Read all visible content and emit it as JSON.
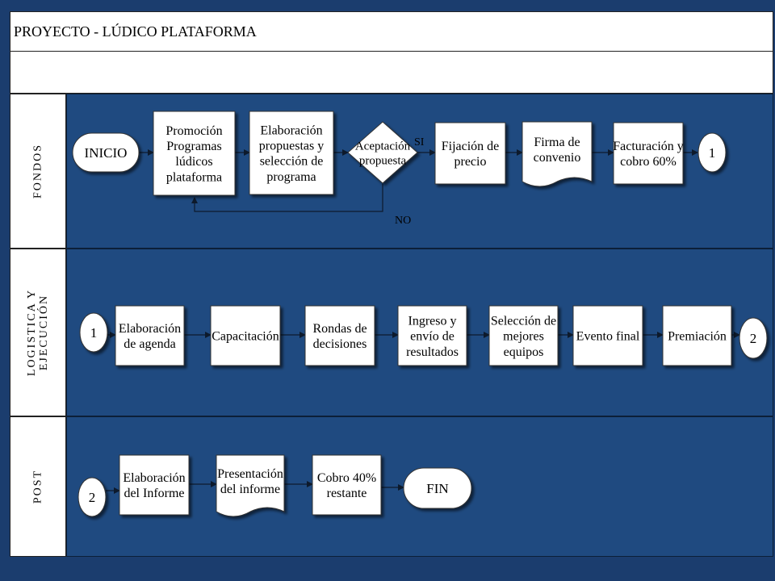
{
  "header": {
    "title": "PROYECTO -  LÚDICO PLATAFORMA"
  },
  "lanes": [
    {
      "label": "FONDOS"
    },
    {
      "label_line1": "LOGISTICA Y",
      "label_line2": "EJECUCIÓN"
    },
    {
      "label": "POST"
    }
  ],
  "fondos": {
    "inicio": "INICIO",
    "promocion": [
      "Promoción",
      "Programas",
      "lúdicos",
      "plataforma"
    ],
    "elaboracion": [
      "Elaboración",
      "propuestas y",
      "selección de",
      "programa"
    ],
    "aceptacion": [
      "Aceptación",
      "propuesta"
    ],
    "si": "SI",
    "no": "NO",
    "fijacion": [
      "Fijación  de",
      "precio"
    ],
    "firma": [
      "Firma de",
      "convenio"
    ],
    "facturacion": [
      "Facturación y",
      "cobro 60%"
    ],
    "connector": "1"
  },
  "logistica": {
    "connector_in": "1",
    "agenda": [
      "Elaboración",
      "de agenda"
    ],
    "capacitacion": [
      "Capacitación"
    ],
    "rondas": [
      "Rondas de",
      "decisiones"
    ],
    "ingreso": [
      "Ingreso y",
      "envío de",
      "resultados"
    ],
    "seleccion": [
      "Selección de",
      "mejores",
      "equipos"
    ],
    "evento": [
      "Evento final"
    ],
    "premiacion": [
      "Premiación"
    ],
    "connector_out": "2"
  },
  "post": {
    "connector_in": "2",
    "informe": [
      "Elaboración",
      "del Informe"
    ],
    "presentacion": [
      "Presentación",
      "del informe"
    ],
    "cobro": [
      "Cobro 40%",
      "restante"
    ],
    "fin": "FIN"
  }
}
